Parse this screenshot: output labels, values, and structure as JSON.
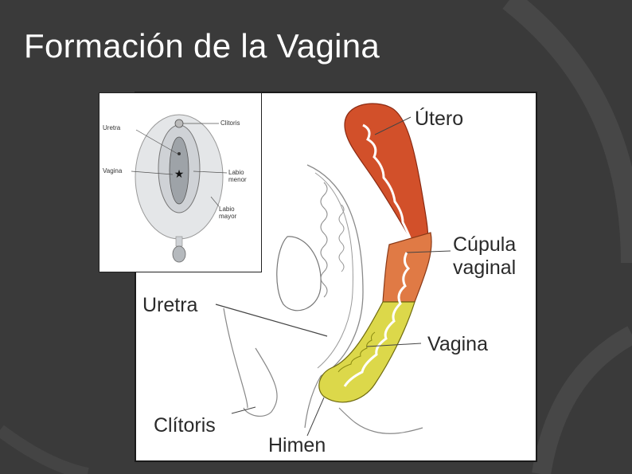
{
  "slide": {
    "title": "Formación de la Vagina"
  },
  "main_diagram": {
    "labels": {
      "utero": "Útero",
      "cupula": "Cúpula\nvaginal",
      "cupula_line1": "Cúpula",
      "cupula_line2": "vaginal",
      "uretra": "Uretra",
      "vagina": "Vagina",
      "clitoris": "Clítoris",
      "himen": "Himen"
    },
    "colors": {
      "uterus": "#d2502a",
      "upper_vagina": "#e07a45",
      "lower_vagina": "#dcd84a",
      "lumen": "#ffffff"
    }
  },
  "inset_diagram": {
    "labels": {
      "uretra": "Uretra",
      "vagina": "Vagina",
      "clitoris": "Clitoris",
      "labio_menor_1": "Labio",
      "labio_menor_2": "menor",
      "labio_mayor_1": "Labio",
      "labio_mayor_2": "mayor"
    }
  }
}
